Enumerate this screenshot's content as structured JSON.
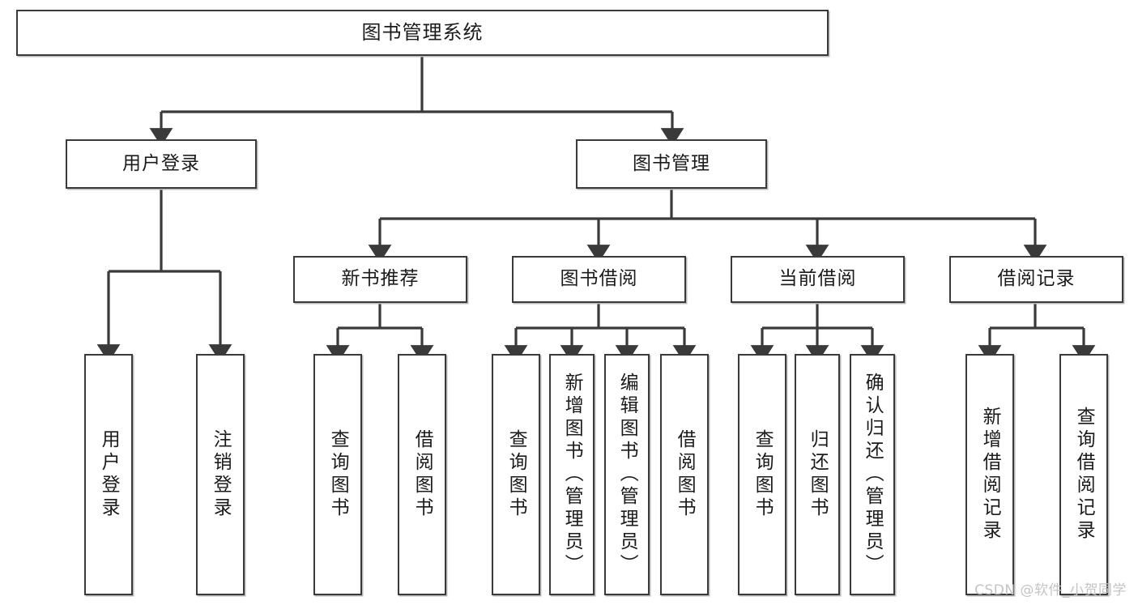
{
  "diagram": {
    "title": "图书管理系统",
    "type": "tree",
    "colors": {
      "box_border": "#3a3a3a",
      "box_fill": "#ffffff",
      "box_shadow": "#b9b9b9",
      "edge": "#3a3a3a",
      "text": "#1b1b1b",
      "watermark": "#c4c4c4"
    },
    "watermark": "CSDN @软件_小贺同学",
    "nodes": {
      "root": {
        "label": "图书管理系统"
      },
      "level2": [
        {
          "id": "user-login",
          "label": "用户登录"
        },
        {
          "id": "book-manage",
          "label": "图书管理"
        }
      ],
      "level3": [
        {
          "id": "new-book-recommend",
          "label": "新书推荐"
        },
        {
          "id": "book-borrow",
          "label": "图书借阅"
        },
        {
          "id": "current-borrow",
          "label": "当前借阅"
        },
        {
          "id": "borrow-record",
          "label": "借阅记录"
        }
      ],
      "leaves": {
        "user_login": [
          {
            "id": "leaf-user-login",
            "label": "用户登录"
          },
          {
            "id": "leaf-user-logout",
            "label": "注销登录"
          }
        ],
        "new_book_recommend": [
          {
            "id": "leaf-query-book-1",
            "label": "查询图书"
          },
          {
            "id": "leaf-borrow-book-1",
            "label": "借阅图书"
          }
        ],
        "book_borrow": [
          {
            "id": "leaf-query-book-2",
            "label": "查询图书"
          },
          {
            "id": "leaf-add-book",
            "label": "新增图书（管理员）"
          },
          {
            "id": "leaf-edit-book",
            "label": "编辑图书（管理员）"
          },
          {
            "id": "leaf-borrow-book-2",
            "label": "借阅图书"
          }
        ],
        "current_borrow": [
          {
            "id": "leaf-query-book-3",
            "label": "查询图书"
          },
          {
            "id": "leaf-return-book",
            "label": "归还图书"
          },
          {
            "id": "leaf-confirm-return",
            "label": "确认归还（管理员）"
          }
        ],
        "borrow_record": [
          {
            "id": "leaf-add-record",
            "label": "新增借阅记录"
          },
          {
            "id": "leaf-query-record",
            "label": "查询借阅记录"
          }
        ]
      }
    }
  }
}
